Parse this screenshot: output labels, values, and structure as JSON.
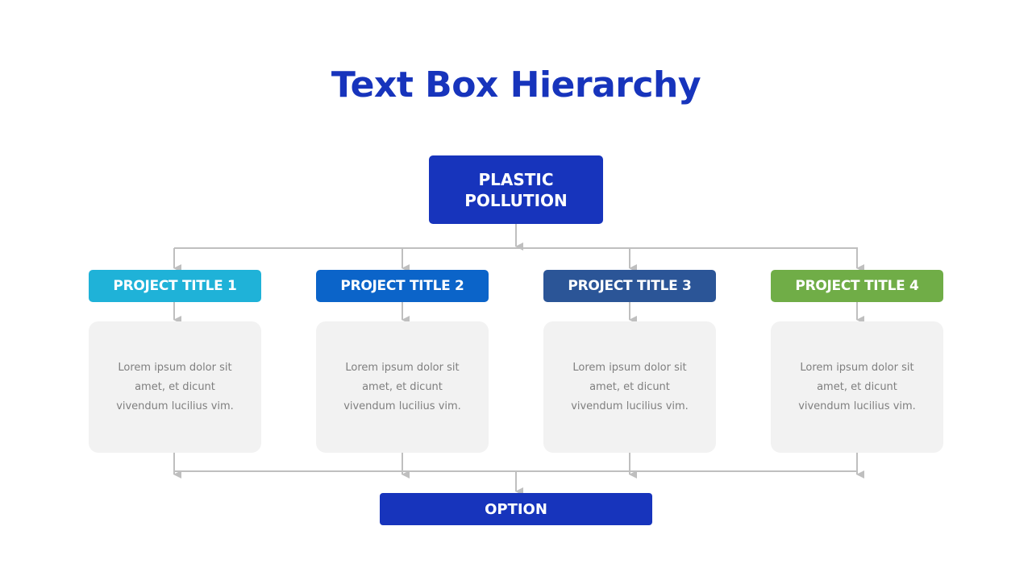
{
  "title": "Text Box Hierarchy",
  "root": {
    "label": "PLASTIC\nPOLLUTION",
    "color": "#1734BC"
  },
  "projects": [
    {
      "title": "PROJECT TITLE 1",
      "color": "#1FB2D8",
      "body": "Lorem ipsum dolor sit amet, et dicunt vivendum lucilius vim."
    },
    {
      "title": "PROJECT TITLE 2",
      "color": "#0B64C9",
      "body": "Lorem ipsum dolor sit amet, et dicunt vivendum lucilius vim."
    },
    {
      "title": "PROJECT TITLE 3",
      "color": "#2B5597",
      "body": "Lorem ipsum dolor sit amet, et dicunt vivendum lucilius vim."
    },
    {
      "title": "PROJECT TITLE 4",
      "color": "#70AD47",
      "body": "Lorem ipsum dolor sit amet, et dicunt vivendum lucilius vim."
    }
  ],
  "option": {
    "label": "OPTION",
    "color": "#1734BC"
  },
  "colors": {
    "title": "#1734BC",
    "connector": "#BFBFBF",
    "card_background": "#F2F2F2",
    "card_text": "#7F7F7F"
  }
}
